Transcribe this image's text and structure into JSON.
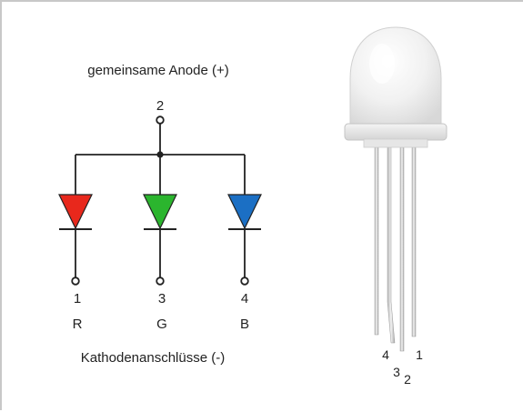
{
  "diagram": {
    "anode_label": "gemeinsame Anode (+)",
    "anode_pin": "2",
    "cathode_label": "Kathodenanschlüsse (-)",
    "channels": [
      {
        "pin": "1",
        "letter": "R",
        "color": "#e8281c"
      },
      {
        "pin": "3",
        "letter": "G",
        "color": "#2bb52e"
      },
      {
        "pin": "4",
        "letter": "B",
        "color": "#1b6fc4"
      }
    ]
  },
  "led_photo": {
    "pin_labels": [
      "4",
      "3",
      "2",
      "1"
    ]
  },
  "colors": {
    "frame": "#c8c8c8",
    "wire": "#222222"
  }
}
